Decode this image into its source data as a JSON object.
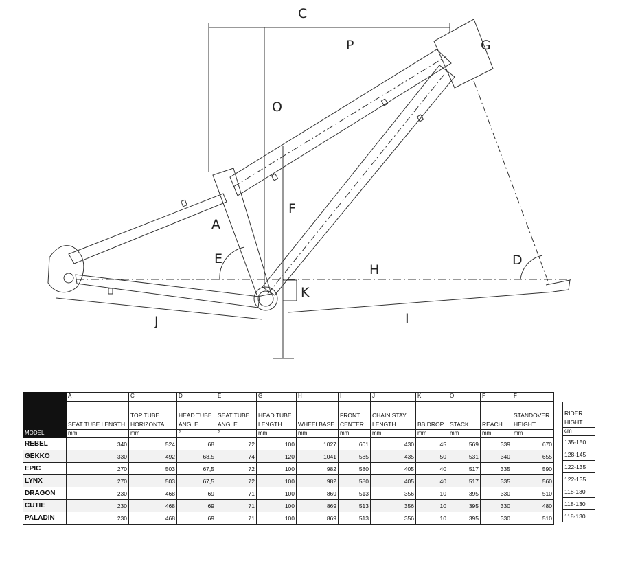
{
  "diagram": {
    "labels": {
      "C": "C",
      "P": "P",
      "G": "G",
      "O": "O",
      "F": "F",
      "A": "A",
      "E": "E",
      "H": "H",
      "D": "D",
      "K": "K",
      "J": "J",
      "I": "I"
    }
  },
  "table": {
    "letters": [
      "A",
      "C",
      "D",
      "E",
      "G",
      "H",
      "I",
      "J",
      "K",
      "O",
      "P",
      "F"
    ],
    "headers": [
      "SEAT TUBE LENGTH",
      "TOP TUBE HORIZONTAL",
      "HEAD TUBE ANGLE",
      "SEAT TUBE ANGLE",
      "HEAD TUBE LENGTH",
      "WHEELBASE",
      "FRONT CENTER",
      "CHAIN STAY LENGTH",
      "BB DROP",
      "STACK",
      "REACH",
      "STANDOVER HEIGHT"
    ],
    "model_label": "MODEL",
    "units": [
      "mm",
      "mm",
      "°",
      "°",
      "mm",
      "mm",
      "mm",
      "mm",
      "mm",
      "mm",
      "mm",
      "mm"
    ],
    "rows": [
      {
        "model": "REBEL",
        "values": [
          "340",
          "524",
          "68",
          "72",
          "100",
          "1027",
          "601",
          "430",
          "45",
          "569",
          "339",
          "670"
        ]
      },
      {
        "model": "GEKKO",
        "values": [
          "330",
          "492",
          "68,5",
          "74",
          "120",
          "1041",
          "585",
          "435",
          "50",
          "531",
          "340",
          "655"
        ]
      },
      {
        "model": "EPIC",
        "values": [
          "270",
          "503",
          "67,5",
          "72",
          "100",
          "982",
          "580",
          "405",
          "40",
          "517",
          "335",
          "590"
        ]
      },
      {
        "model": "LYNX",
        "values": [
          "270",
          "503",
          "67,5",
          "72",
          "100",
          "982",
          "580",
          "405",
          "40",
          "517",
          "335",
          "560"
        ]
      },
      {
        "model": "DRAGON",
        "values": [
          "230",
          "468",
          "69",
          "71",
          "100",
          "869",
          "513",
          "356",
          "10",
          "395",
          "330",
          "510"
        ]
      },
      {
        "model": "CUTIE",
        "values": [
          "230",
          "468",
          "69",
          "71",
          "100",
          "869",
          "513",
          "356",
          "10",
          "395",
          "330",
          "480"
        ]
      },
      {
        "model": "PALADIN",
        "values": [
          "230",
          "468",
          "69",
          "71",
          "100",
          "869",
          "513",
          "356",
          "10",
          "395",
          "330",
          "510"
        ]
      }
    ]
  },
  "rider": {
    "header": "RIDER HIGHT",
    "unit": "cm",
    "values": [
      "135-150",
      "128-145",
      "122-135",
      "122-135",
      "118-130",
      "118-130",
      "118-130"
    ]
  }
}
